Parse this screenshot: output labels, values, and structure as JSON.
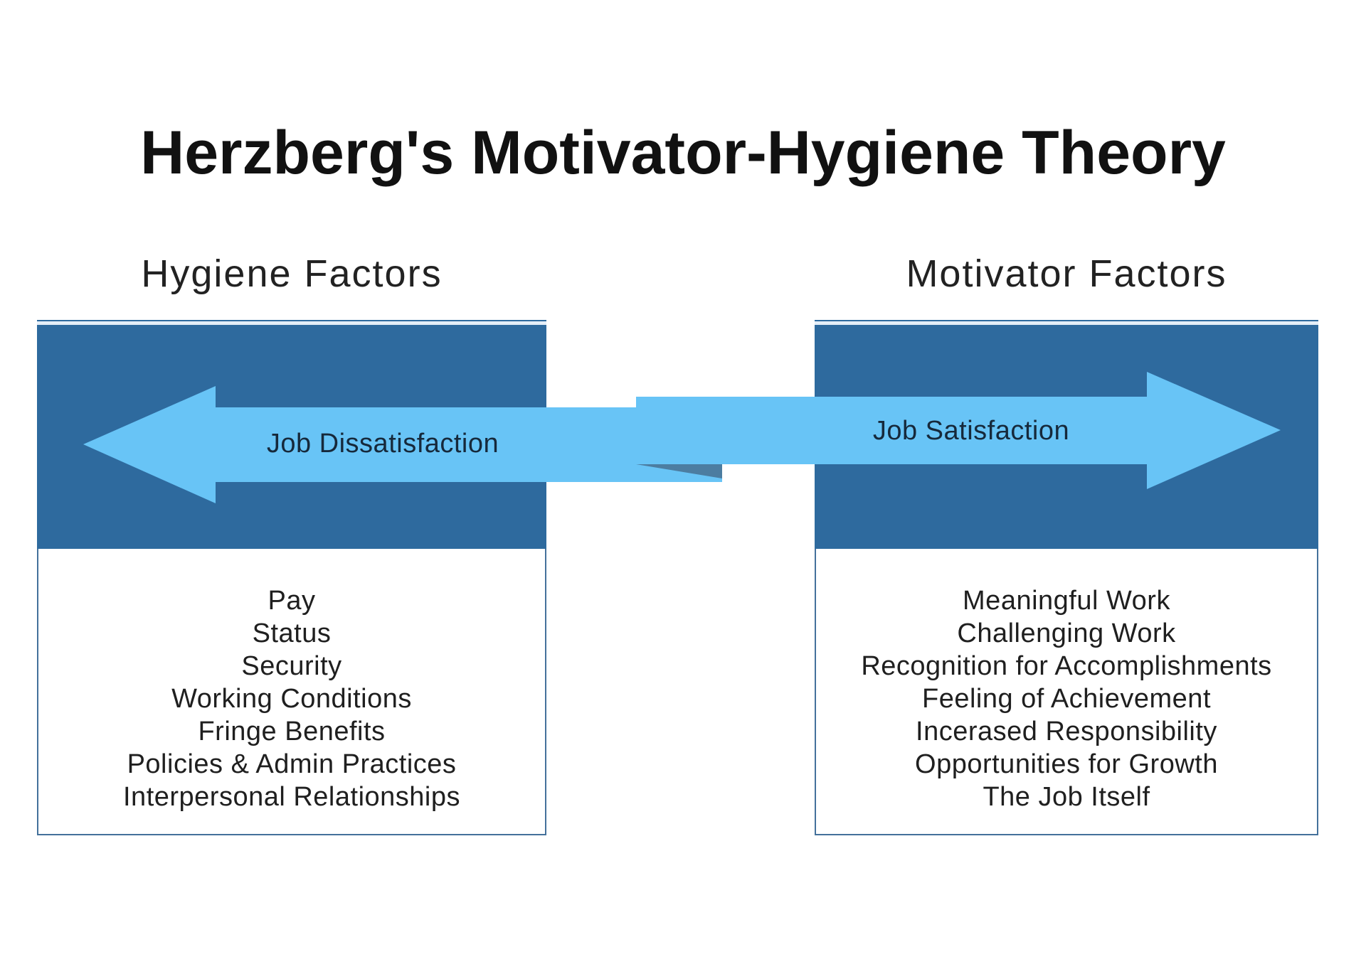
{
  "title": "Herzberg's Motivator-Hygiene Theory",
  "columns": [
    {
      "heading": "Hygiene Factors",
      "arrow_label": "Job Dissatisfaction",
      "arrow_direction": "left",
      "items": [
        "Pay",
        "Status",
        "Security",
        "Working Conditions",
        "Fringe Benefits",
        "Policies & Admin Practices",
        "Interpersonal Relationships"
      ]
    },
    {
      "heading": "Motivator Factors",
      "arrow_label": "Job Satisfaction",
      "arrow_direction": "right",
      "items": [
        "Meaningful Work",
        "Challenging Work",
        "Recognition for Accomplishments",
        "Feeling of Achievement",
        "Incerased Responsibility",
        "Opportunities for Growth",
        "The Job Itself"
      ]
    }
  ],
  "colors": {
    "panel_blue": "#2e6a9e",
    "arrow_blue": "#68c4f6",
    "fold_blue": "#4c7da1",
    "panel_border": "#44719b",
    "label_text": "#16293b",
    "heading_text": "#222222",
    "title_text": "#111111",
    "list_text": "#1f1f1f",
    "page_bg": "#ffffff"
  }
}
